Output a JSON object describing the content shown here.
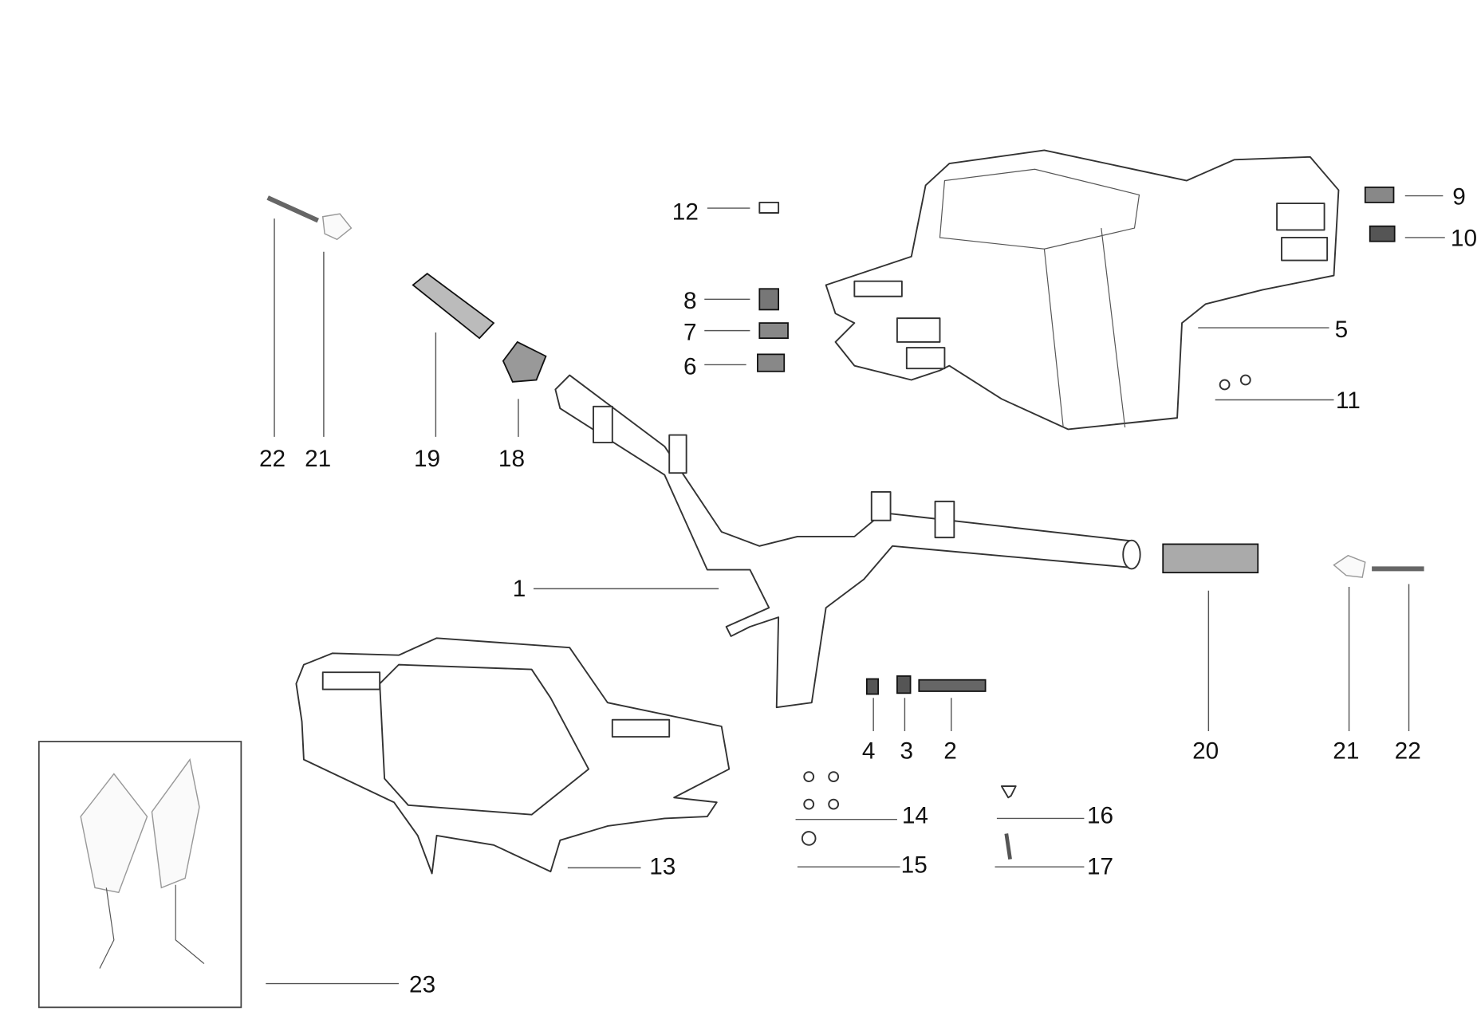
{
  "title": "Handlebar and handlebar covers exploded parts diagram",
  "callouts": [
    "1",
    "2",
    "3",
    "4",
    "5",
    "6",
    "7",
    "8",
    "9",
    "10",
    "11",
    "12",
    "13",
    "14",
    "15",
    "16",
    "17",
    "18",
    "19",
    "20",
    "21",
    "22",
    "21",
    "22",
    "23"
  ]
}
